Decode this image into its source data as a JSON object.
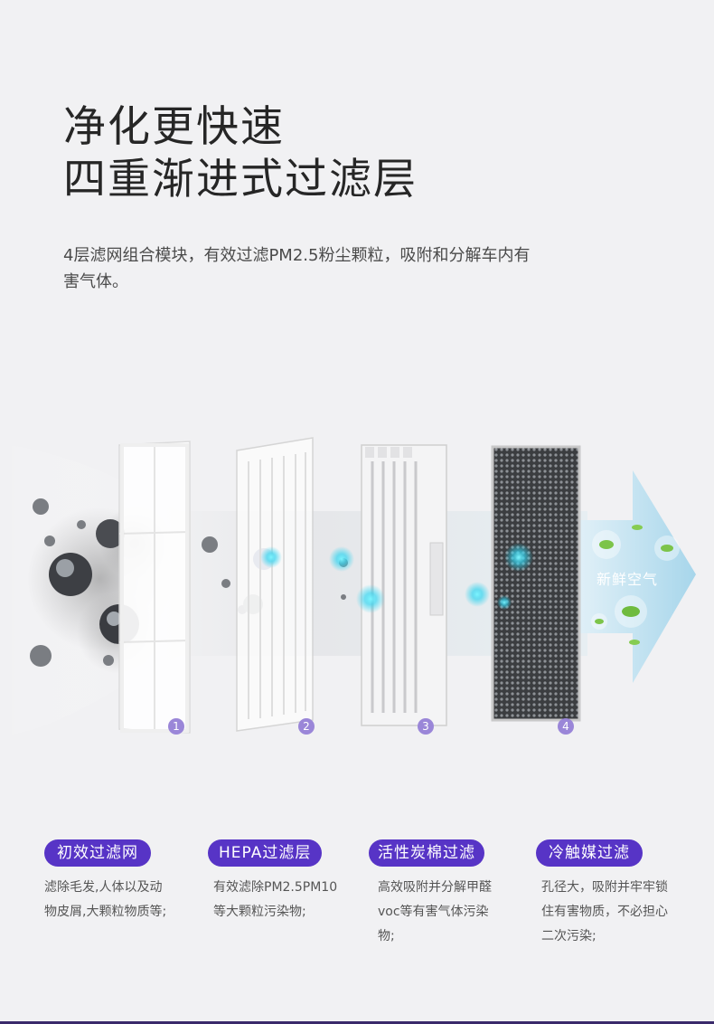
{
  "headline": {
    "line1": "净化更快速",
    "line2": "四重渐进式过滤层"
  },
  "intro": "4层滤网组合模块，有效过滤PM2.5粉尘颗粒，吸附和分解车内有害气体。",
  "fresh_air_label": "新鲜空气",
  "layers": [
    {
      "number": "1",
      "title": "初效过滤网",
      "desc": "滤除毛发,人体以及动物皮屑,大颗粒物质等;"
    },
    {
      "number": "2",
      "title": "HEPA过滤层",
      "desc": "有效滤除PM2.5PM10等大颗粒污染物;"
    },
    {
      "number": "3",
      "title": "活性炭棉过滤",
      "desc": "高效吸附并分解甲醛voc等有害气体污染物;"
    },
    {
      "number": "4",
      "title": "冷触媒过滤",
      "desc": "孔径大，吸附并牢牢锁住有害物质，不必担心二次污染;"
    }
  ],
  "colors": {
    "accent": "#5734c6",
    "badge": "#9a86d8",
    "arrow": "#bfe3f2"
  }
}
